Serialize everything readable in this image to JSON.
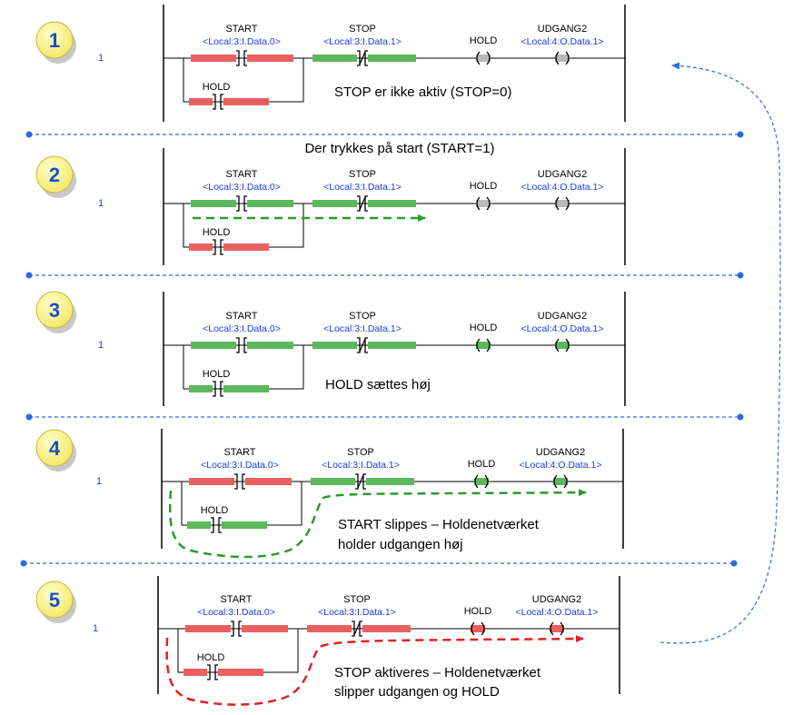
{
  "colors": {
    "on": "#5cb85c",
    "off": "#e96060",
    "coil_off": "#b8b8b8",
    "separator": "#2b6be0",
    "badge_fill": "#ffff99",
    "dash_green": "#2c9a2c",
    "dash_red": "#e02020",
    "dash_blue": "#2b6be0"
  },
  "intro_caption": "Der trykkes på start (START=1)",
  "rungs": [
    {
      "step": "1",
      "rung_number": "1",
      "start": {
        "name": "START",
        "address": "<Local:3:I.Data.0>",
        "state": "off"
      },
      "stop": {
        "name": "STOP",
        "address": "<Local:3:I.Data.1>",
        "state": "on"
      },
      "hold_contact": {
        "name": "HOLD",
        "state": "off"
      },
      "hold_coil": {
        "name": "HOLD",
        "state": "gray"
      },
      "output": {
        "name": "UDGANG2",
        "address": "<Local:4:O.Data.1>",
        "state": "gray"
      },
      "caption": [
        "STOP er ikke aktiv (STOP=0)"
      ]
    },
    {
      "step": "2",
      "rung_number": "1",
      "start": {
        "name": "START",
        "address": "<Local:3:I.Data.0>",
        "state": "on"
      },
      "stop": {
        "name": "STOP",
        "address": "<Local:3:I.Data.1>",
        "state": "on"
      },
      "hold_contact": {
        "name": "HOLD",
        "state": "off"
      },
      "hold_coil": {
        "name": "HOLD",
        "state": "gray"
      },
      "output": {
        "name": "UDGANG2",
        "address": "<Local:4:O.Data.1>",
        "state": "gray"
      },
      "caption": []
    },
    {
      "step": "3",
      "rung_number": "1",
      "start": {
        "name": "START",
        "address": "<Local:3:I.Data.0>",
        "state": "on"
      },
      "stop": {
        "name": "STOP",
        "address": "<Local:3:I.Data.1>",
        "state": "on"
      },
      "hold_contact": {
        "name": "HOLD",
        "state": "on"
      },
      "hold_coil": {
        "name": "HOLD",
        "state": "on"
      },
      "output": {
        "name": "UDGANG2",
        "address": "<Local:4:O.Data.1>",
        "state": "on"
      },
      "caption": [
        "HOLD sættes høj"
      ]
    },
    {
      "step": "4",
      "rung_number": "1",
      "start": {
        "name": "START",
        "address": "<Local:3:I.Data.0>",
        "state": "off"
      },
      "stop": {
        "name": "STOP",
        "address": "<Local:3:I.Data.1>",
        "state": "on"
      },
      "hold_contact": {
        "name": "HOLD",
        "state": "on"
      },
      "hold_coil": {
        "name": "HOLD",
        "state": "on"
      },
      "output": {
        "name": "UDGANG2",
        "address": "<Local:4:O.Data.1>",
        "state": "on"
      },
      "caption": [
        "START slippes – Holdenetværket",
        "holder udgangen høj"
      ]
    },
    {
      "step": "5",
      "rung_number": "1",
      "start": {
        "name": "START",
        "address": "<Local:3:I.Data.0>",
        "state": "off"
      },
      "stop": {
        "name": "STOP",
        "address": "<Local:3:I.Data.1>",
        "state": "off"
      },
      "hold_contact": {
        "name": "HOLD",
        "state": "off"
      },
      "hold_coil": {
        "name": "HOLD",
        "state": "off"
      },
      "output": {
        "name": "UDGANG2",
        "address": "<Local:4:O.Data.1>",
        "state": "off"
      },
      "caption": [
        "STOP aktiveres – Holdenetværket",
        "slipper udgangen og HOLD"
      ]
    }
  ]
}
